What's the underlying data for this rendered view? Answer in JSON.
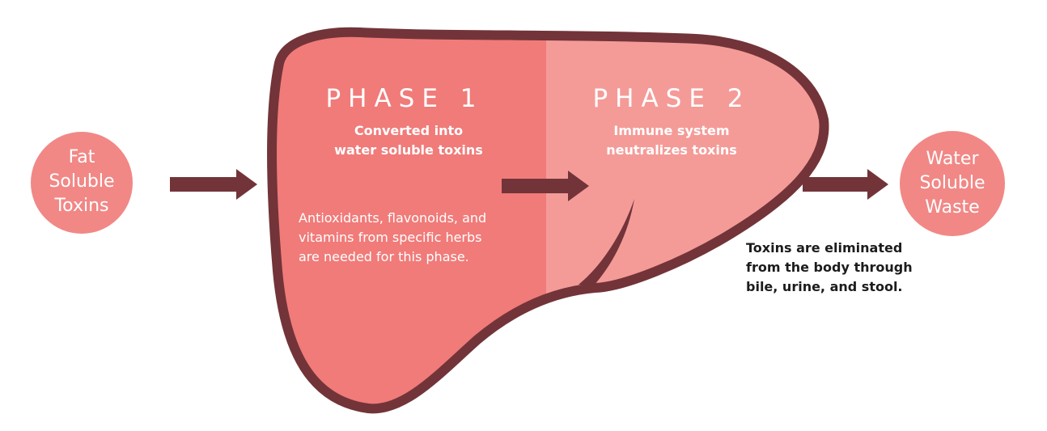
{
  "input": {
    "label_lines": [
      "Fat",
      "Soluble",
      "Toxins"
    ]
  },
  "phase1": {
    "title": "PHASE 1",
    "subtitle_lines": [
      "Converted into",
      "water soluble toxins"
    ],
    "note_lines": [
      "Antioxidants, flavonoids, and",
      "vitamins from specific herbs",
      "are needed for this phase."
    ]
  },
  "phase2": {
    "title": "PHASE 2",
    "subtitle_lines": [
      "Immune system",
      "neutralizes toxins"
    ]
  },
  "output": {
    "label_lines": [
      "Water",
      "Soluble",
      "Waste"
    ],
    "note_lines": [
      "Toxins are eliminated",
      "from the body through",
      "bile, urine, and stool."
    ]
  },
  "colors": {
    "circle": "#f18886",
    "phase1_fill": "#f07b79",
    "phase2_fill": "#f49b98",
    "outline": "#723439",
    "arrow": "#723439"
  }
}
